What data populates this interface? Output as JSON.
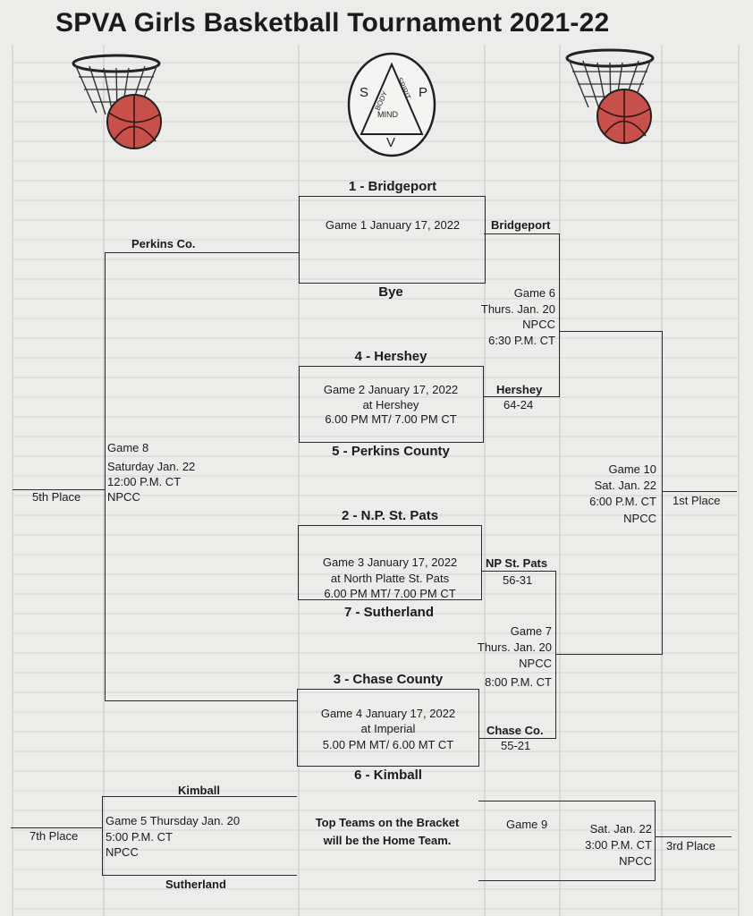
{
  "header": {
    "title": "SPVA Girls Basketball Tournament 2021-22"
  },
  "logo": {
    "letter_s": "S",
    "letter_p": "P",
    "letter_v": "V",
    "word_body": "BODY",
    "word_spirit": "SPIRIT",
    "word_mind": "MIND"
  },
  "bracket": {
    "seed_1": "1 - Bridgeport",
    "game_1": "Game 1 January 17, 2022",
    "bye": "Bye",
    "winner_1": "Bridgeport",
    "seed_4": "4 - Hershey",
    "game_2": [
      "Game 2 January 17, 2022",
      "at Hershey",
      "6.00 PM MT/ 7.00 PM CT"
    ],
    "seed_5": "5 - Perkins County",
    "winner_2": "Hershey",
    "score_2": "64-24",
    "game_6": [
      "Game 6",
      "Thurs. Jan. 20",
      "NPCC",
      "6:30 P.M. CT"
    ],
    "seed_2": "2 - N.P. St. Pats",
    "game_3": [
      "Game 3  January 17, 2022",
      "at North Platte St. Pats",
      "6.00 PM MT/ 7.00 PM CT"
    ],
    "seed_7": "7 - Sutherland",
    "winner_3": "NP St. Pats",
    "score_3": "56-31",
    "game_7": [
      "Game 7",
      "Thurs. Jan. 20",
      "NPCC",
      "8:00 P.M. CT"
    ],
    "seed_3": "3 - Chase County",
    "game_4": [
      "Game 4 January 17, 2022",
      "at Imperial",
      "5.00 PM MT/ 6.00 MT CT"
    ],
    "seed_6": "6 - Kimball",
    "winner_4": "Chase Co.",
    "score_4": "55-21",
    "game_10": [
      "Game 10",
      "Sat. Jan. 22",
      "6:00 P.M. CT",
      "NPCC"
    ],
    "first_place": "1st Place",
    "consolation_team_top": "Perkins Co.",
    "game_8": [
      "Game 8",
      "Saturday Jan. 22",
      "12:00 P.M. CT",
      "NPCC"
    ],
    "fifth_place": "5th Place",
    "kimball": "Kimball",
    "game_5": [
      "Game 5 Thursday Jan. 20",
      "5:00 P.M. CT",
      "NPCC"
    ],
    "seventh_place": "7th Place",
    "sutherland": "Sutherland",
    "note": [
      "Top Teams on the Bracket",
      "will be the Home Team."
    ],
    "game_9": "Game 9",
    "game_9_info": [
      "Sat. Jan. 22",
      "3:00 P.M. CT",
      "NPCC"
    ],
    "third_place": "3rd Place"
  },
  "colors": {
    "ball": "#c8504a",
    "ink": "#1b1b1b",
    "ruling": "#bdbdbb"
  }
}
